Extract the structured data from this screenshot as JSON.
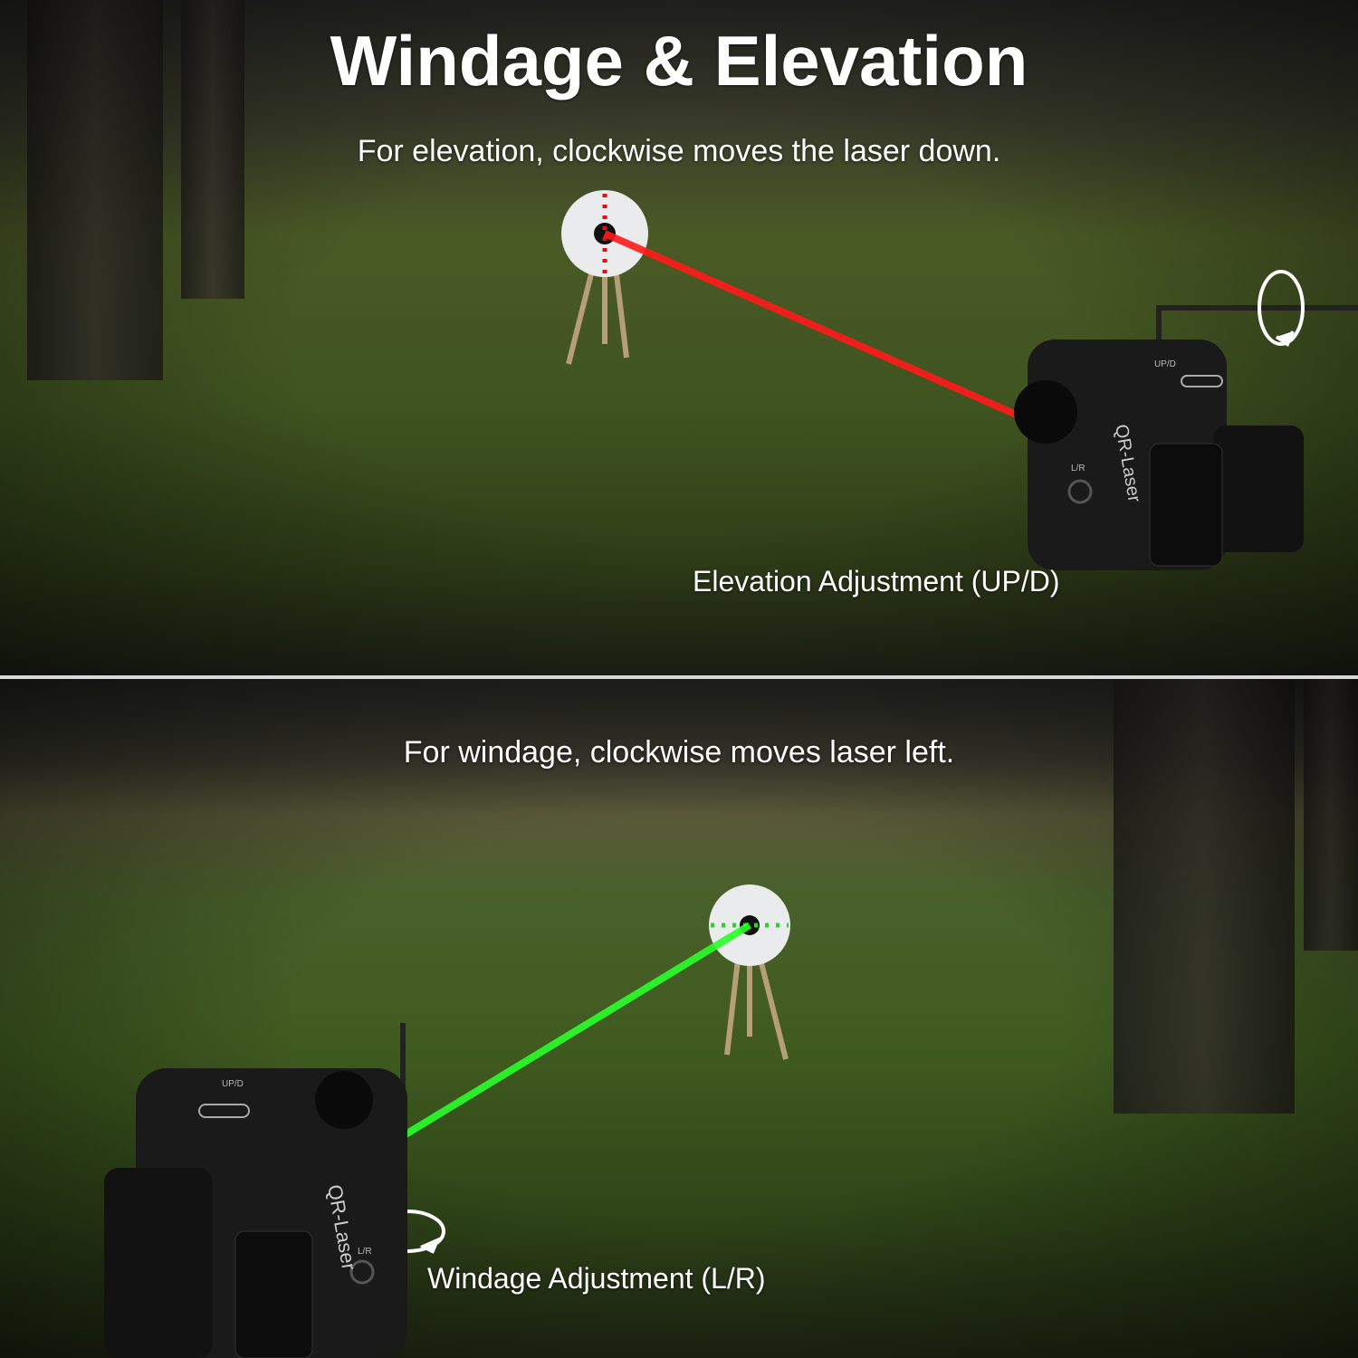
{
  "title": "Windage & Elevation",
  "elevation_panel": {
    "instruction": "For elevation, clockwise moves the laser down.",
    "label": "Elevation Adjustment (UP/D)",
    "laser_color": "#ff1a1a",
    "device": {
      "brand": "QR-Laser",
      "top_mark": "UP/D",
      "side_mark": "L/R"
    }
  },
  "windage_panel": {
    "instruction": "For windage, clockwise moves laser left.",
    "label": "Windage Adjustment (L/R)",
    "laser_color": "#2aff2a",
    "device": {
      "brand": "QR-Laser",
      "top_mark": "UP/D",
      "side_mark": "L/R"
    }
  },
  "icons": [
    "rotate-clockwise-arrow-icon",
    "target-icon",
    "hex-key-icon"
  ]
}
